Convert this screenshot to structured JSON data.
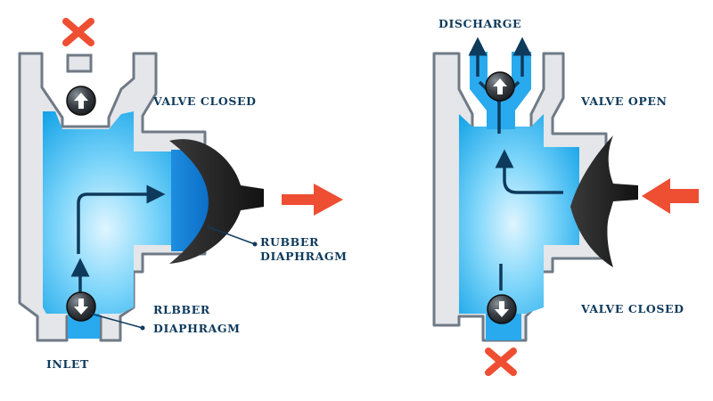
{
  "labels": {
    "valve_closed_left": "VALVE CLOSED",
    "rubber_diaphragm_line1": "RUBBER",
    "rubber_diaphragm_line2": "DIAPHRAGM",
    "rlbber_line1": "RLBBER",
    "rlbber_line2": "DIAPHRAGM",
    "inlet": "INLET",
    "discharge": "DISCHARGE",
    "valve_open": "VALVE OPEN",
    "valve_closed_right": "VALVE CLOSED"
  },
  "colors": {
    "wall_fill": "#e4e6ea",
    "wall_stroke": "#6f7a86",
    "water_light": "#bfeaff",
    "water_mid": "#52c6f6",
    "water_dark": "#109fe6",
    "flow_arrow": "#0e3a5c",
    "label": "#0e3a5c",
    "diaphragm": "#1d1d1d",
    "accent_red": "#ee4e32"
  },
  "icons": [
    "close-x-icon",
    "arrow-right-icon",
    "arrow-left-icon",
    "ball-check-valve-icon",
    "rubber-diaphragm-icon"
  ]
}
